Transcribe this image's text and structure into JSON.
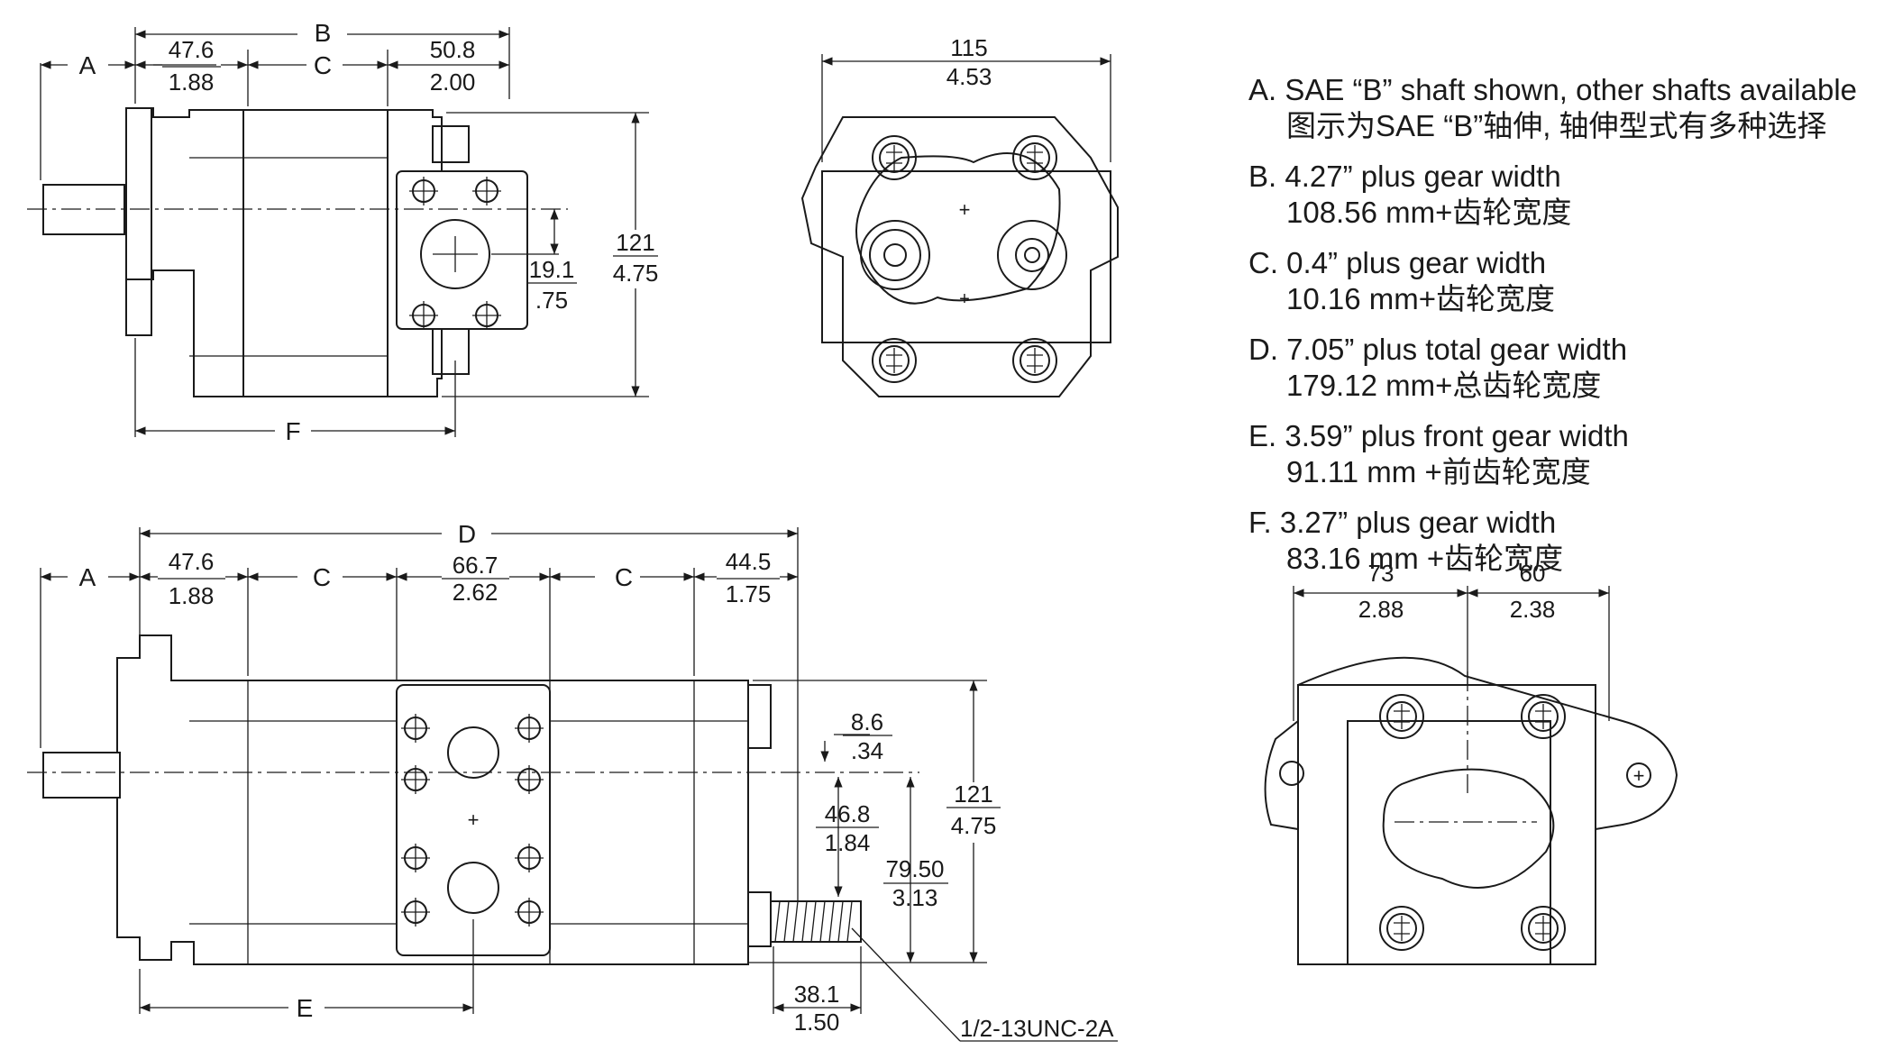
{
  "top_side_view": {
    "labels": {
      "A": "A",
      "B": "B",
      "C": "C",
      "F": "F"
    },
    "dims": {
      "d1_mm": "47.6",
      "d1_in": "1.88",
      "d2_mm": "50.8",
      "d2_in": "2.00",
      "height_mm": "121",
      "height_in": "4.75",
      "port_mm": "19.1",
      "port_in": ".75"
    }
  },
  "top_end_view": {
    "dims": {
      "width_mm": "115",
      "width_in": "4.53"
    }
  },
  "notes": [
    {
      "en": "A. SAE “B” shaft shown, other shafts available",
      "cn": "图示为SAE “B”轴伸, 轴伸型式有多种选择"
    },
    {
      "en": "B. 4.27” plus gear width",
      "cn": "108.56 mm+齿轮宽度"
    },
    {
      "en": "C. 0.4” plus gear width",
      "cn": "10.16 mm+齿轮宽度"
    },
    {
      "en": "D. 7.05” plus total gear width",
      "cn": "179.12 mm+总齿轮宽度"
    },
    {
      "en": "E. 3.59” plus front gear width",
      "cn": "91.11 mm +前齿轮宽度"
    },
    {
      "en": "F. 3.27” plus gear width",
      "cn": "83.16 mm +齿轮宽度"
    }
  ],
  "bottom_side_view": {
    "labels": {
      "A": "A",
      "C1": "C",
      "C2": "C",
      "D": "D",
      "E": "E"
    },
    "dims": {
      "d1_mm": "47.6",
      "d1_in": "1.88",
      "d2_mm": "66.7",
      "d2_in": "2.62",
      "d3_mm": "44.5",
      "d3_in": "1.75",
      "off1_mm": "8.6",
      "off1_in": ".34",
      "off2_mm": "46.8",
      "off2_in": "1.84",
      "height_mm": "121",
      "height_in": "4.75",
      "off3_mm": "79.50",
      "off3_in": "3.13",
      "bolt_mm": "38.1",
      "bolt_in": "1.50",
      "thread": "1/2-13UNC-2A"
    }
  },
  "bottom_end_view": {
    "dims": {
      "w1_mm": "73",
      "w1_in": "2.88",
      "w2_mm": "60",
      "w2_in": "2.38"
    }
  }
}
